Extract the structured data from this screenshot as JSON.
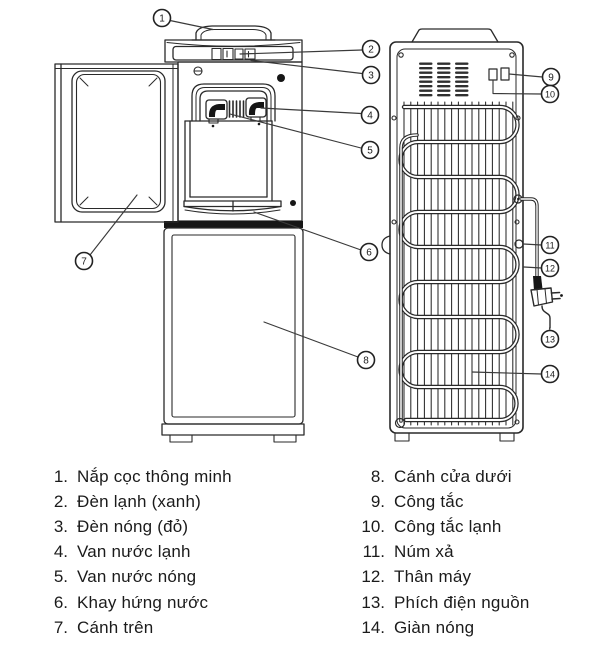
{
  "callouts": [
    "1",
    "2",
    "3",
    "4",
    "5",
    "6",
    "7",
    "8",
    "9",
    "10",
    "11",
    "12",
    "13",
    "14"
  ],
  "legend": {
    "left": [
      {
        "num": "1.",
        "label": "Nắp cọc thông minh"
      },
      {
        "num": "2.",
        "label": "Đèn lạnh (xanh)"
      },
      {
        "num": "3.",
        "label": "Đèn nóng (đỏ)"
      },
      {
        "num": "4.",
        "label": "Van nước lạnh"
      },
      {
        "num": "5.",
        "label": "Van nước nóng"
      },
      {
        "num": "6.",
        "label": "Khay hứng nước"
      },
      {
        "num": "7.",
        "label": "Cánh trên"
      }
    ],
    "right": [
      {
        "num": "8.",
        "label": "Cánh cửa dưới"
      },
      {
        "num": "9.",
        "label": "Công tắc"
      },
      {
        "num": "10.",
        "label": "Công tắc lạnh"
      },
      {
        "num": "11.",
        "label": "Núm xả"
      },
      {
        "num": "12.",
        "label": "Thân máy"
      },
      {
        "num": "13.",
        "label": "Phích điện nguồn"
      },
      {
        "num": "14.",
        "label": "Giàn nóng"
      }
    ]
  },
  "colors": {
    "line": "#2a2a2a",
    "text": "#1b1b1b",
    "background": "#ffffff",
    "dark_fill": "#161616"
  }
}
